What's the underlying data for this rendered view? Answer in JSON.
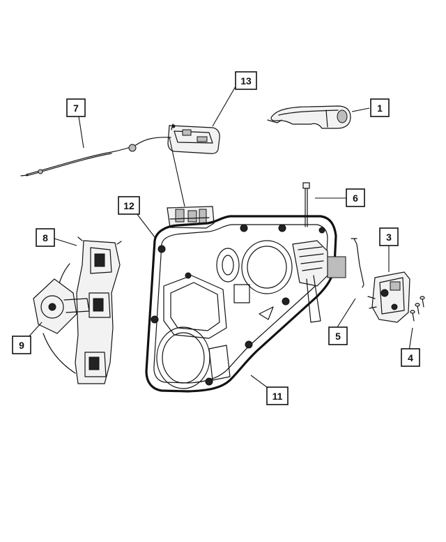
{
  "callouts": [
    {
      "id": "1",
      "label": "1"
    },
    {
      "id": "3",
      "label": "3"
    },
    {
      "id": "4",
      "label": "4"
    },
    {
      "id": "5",
      "label": "5"
    },
    {
      "id": "6",
      "label": "6"
    },
    {
      "id": "7",
      "label": "7"
    },
    {
      "id": "8",
      "label": "8"
    },
    {
      "id": "9",
      "label": "9"
    },
    {
      "id": "11",
      "label": "11"
    },
    {
      "id": "12",
      "label": "12"
    },
    {
      "id": "13",
      "label": "13"
    }
  ]
}
